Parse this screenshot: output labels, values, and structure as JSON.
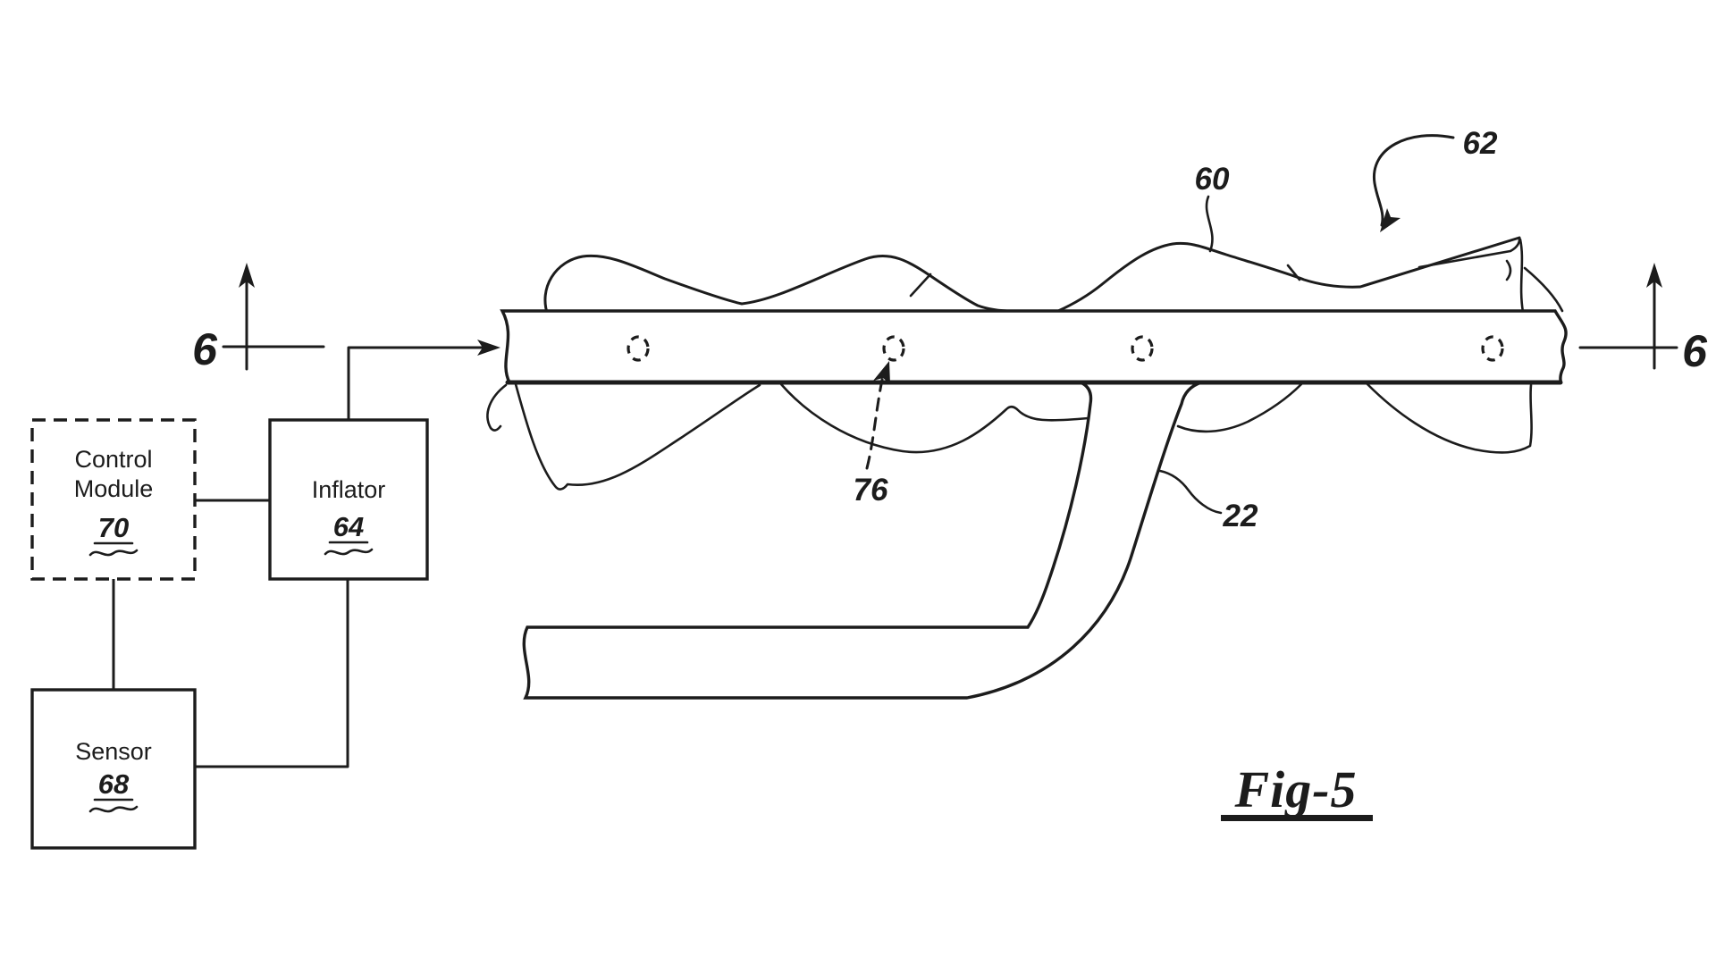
{
  "figure": {
    "caption": "Fig-5",
    "section_marker_left": "6",
    "section_marker_right": "6"
  },
  "reference_labels": {
    "airbag_fold": "60",
    "cushion": "62",
    "attachment_hole": "76",
    "pillar": "22"
  },
  "blocks": {
    "control_module": {
      "line1": "Control",
      "line2": "Module",
      "ref": "70"
    },
    "inflator": {
      "label": "Inflator",
      "ref": "64"
    },
    "sensor": {
      "label": "Sensor",
      "ref": "68"
    }
  },
  "colors": {
    "ink": "#1c1c1c",
    "paper": "#ffffff"
  }
}
